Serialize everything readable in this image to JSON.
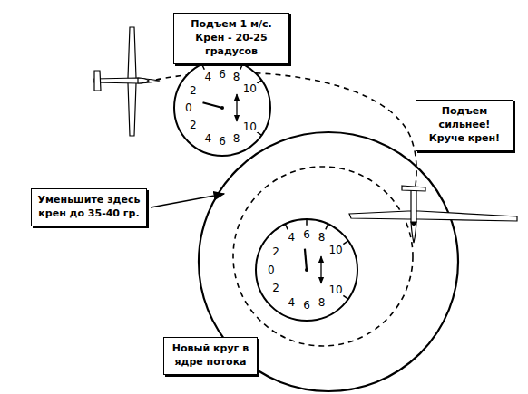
{
  "diagram": {
    "nodes": [
      {
        "text": [
          "Подъем 1 м/с. Крен - 20-25 градусов"
        ]
      },
      {
        "text": [
          "Подъем сильнее! Круче крен!"
        ]
      },
      {
        "text": [
          "Уменьшите здесь крен до 35-40 гр."
        ]
      },
      {
        "text": [
          "Новый круг в ядре потока"
        ]
      }
    ],
    "labels": [
      "4",
      "6",
      "8",
      "10",
      "2",
      "0",
      "2",
      "4",
      "6",
      "8",
      "10",
      "4",
      "6",
      "8",
      "10",
      "2",
      "0",
      "2",
      "4",
      "6",
      "8",
      "10"
    ]
  }
}
